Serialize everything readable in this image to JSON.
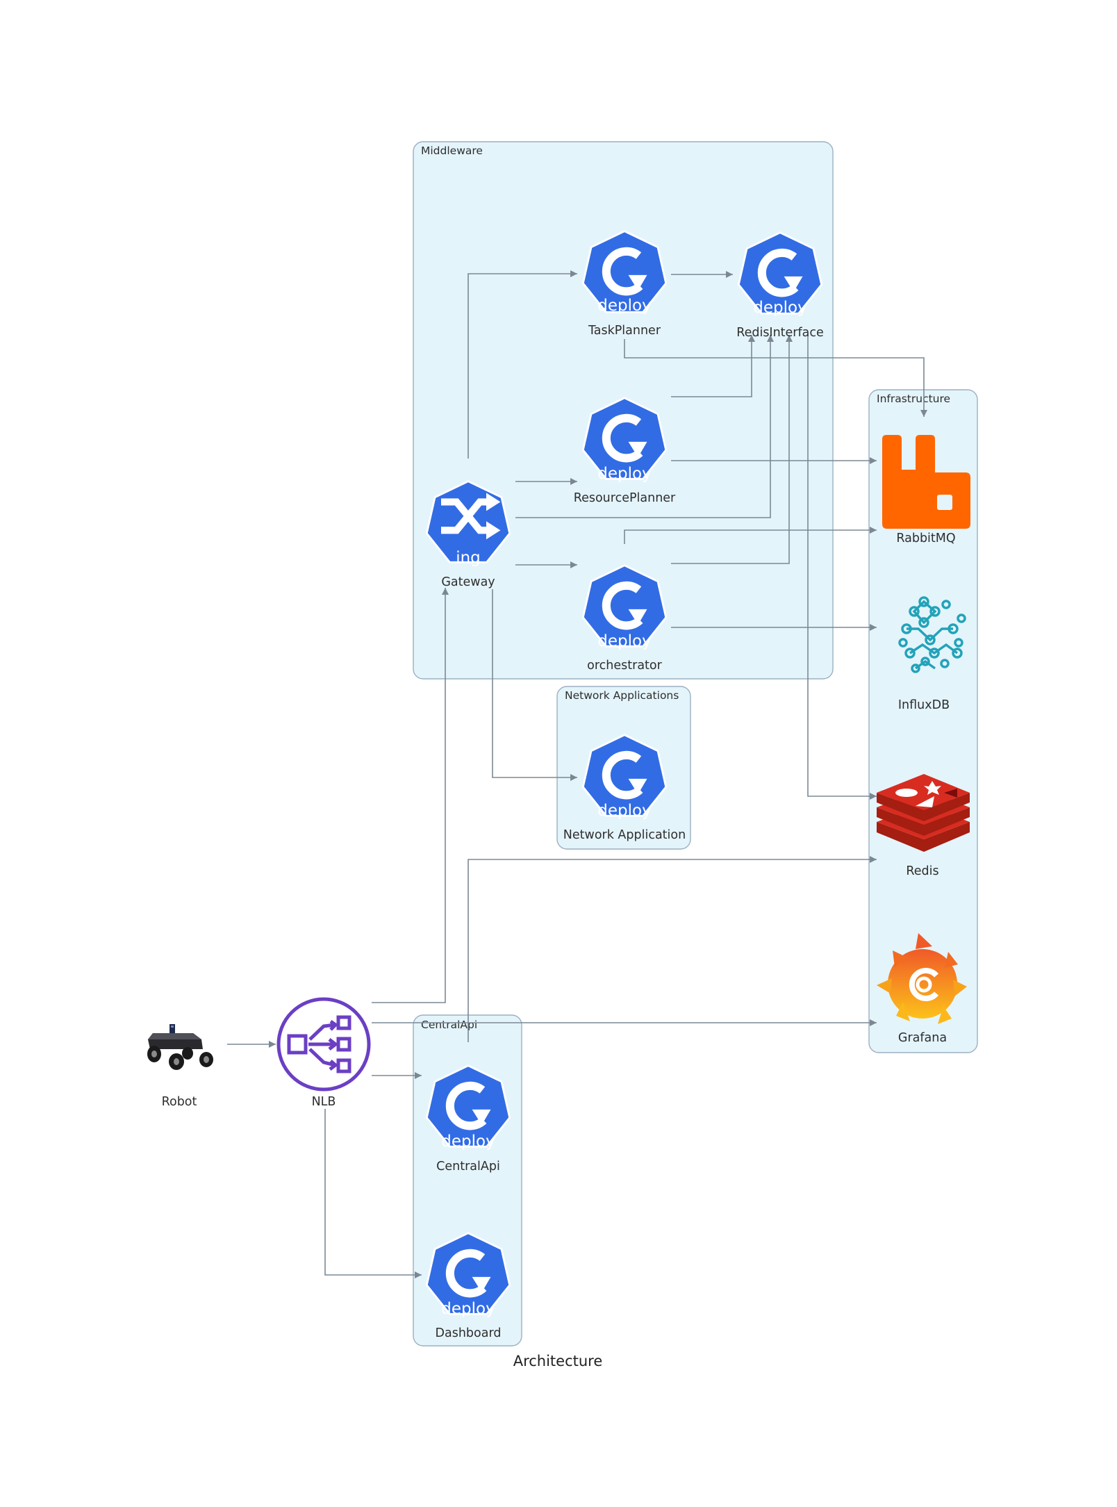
{
  "title": "Architecture",
  "clusters": {
    "middleware": "Middleware",
    "infrastructure": "Infrastructure",
    "network_applications": "Network Applications",
    "central_api": "CentralApi"
  },
  "nodes": {
    "task_planner": {
      "label": "TaskPlanner",
      "badge": "deploy",
      "icon": "kubernetes-deploy-icon"
    },
    "redis_interface": {
      "label": "RedisInterface",
      "badge": "deploy",
      "icon": "kubernetes-deploy-icon"
    },
    "resource_planner": {
      "label": "ResourcePlanner",
      "badge": "deploy",
      "icon": "kubernetes-deploy-icon"
    },
    "gateway": {
      "label": "Gateway",
      "badge": "ing",
      "icon": "kubernetes-ingress-icon"
    },
    "orchestrator": {
      "label": "orchestrator",
      "badge": "deploy",
      "icon": "kubernetes-deploy-icon"
    },
    "network_application": {
      "label": "Network Application",
      "badge": "deploy",
      "icon": "kubernetes-deploy-icon"
    },
    "rabbitmq": {
      "label": "RabbitMQ",
      "icon": "rabbitmq-icon",
      "color": "#ff6600"
    },
    "influxdb": {
      "label": "InfluxDB",
      "icon": "influxdb-icon",
      "color": "#22a3b9"
    },
    "redis": {
      "label": "Redis",
      "icon": "redis-icon",
      "color": "#d82c20"
    },
    "grafana": {
      "label": "Grafana",
      "icon": "grafana-icon",
      "color": "#f46800"
    },
    "robot": {
      "label": "Robot",
      "icon": "robot-icon"
    },
    "nlb": {
      "label": "NLB",
      "icon": "network-load-balancer-icon",
      "color": "#6b3fc4"
    },
    "central_api": {
      "label": "CentralApi",
      "badge": "deploy",
      "icon": "kubernetes-deploy-icon"
    },
    "dashboard": {
      "label": "Dashboard",
      "badge": "deploy",
      "icon": "kubernetes-deploy-icon"
    }
  },
  "colors": {
    "kubernetes_blue": "#326ce5",
    "cluster_fill": "#e4f4fb",
    "edge": "#7b8894"
  }
}
